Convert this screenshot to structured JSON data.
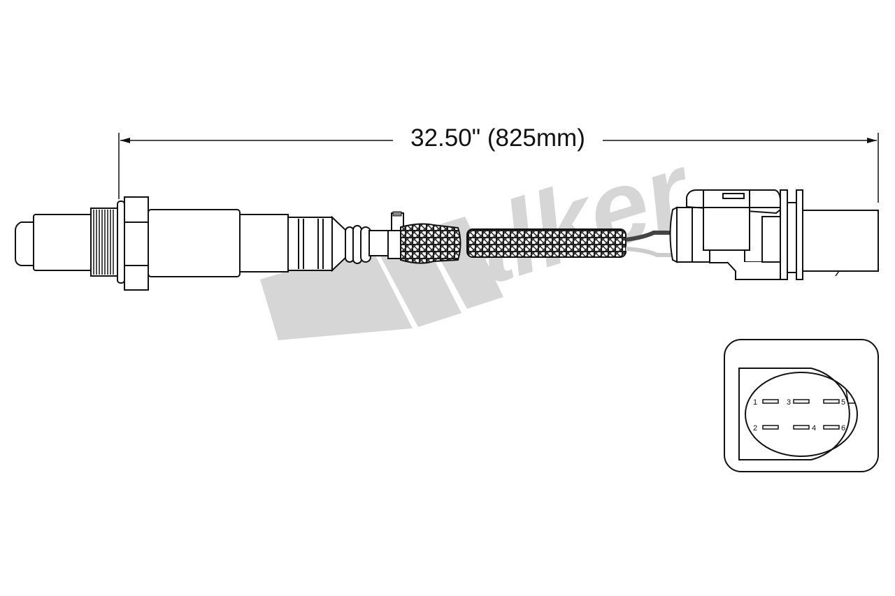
{
  "dimension": {
    "label": "32.50\" (825mm)"
  },
  "watermark": {
    "logo_text": "Walker",
    "color": "#d6d6d6"
  },
  "connector_pins": [
    "1",
    "2",
    "3",
    "4",
    "5",
    "6"
  ],
  "colors": {
    "line": "#111111",
    "wire_dark": "#444444",
    "wire_light": "#cccccc"
  }
}
